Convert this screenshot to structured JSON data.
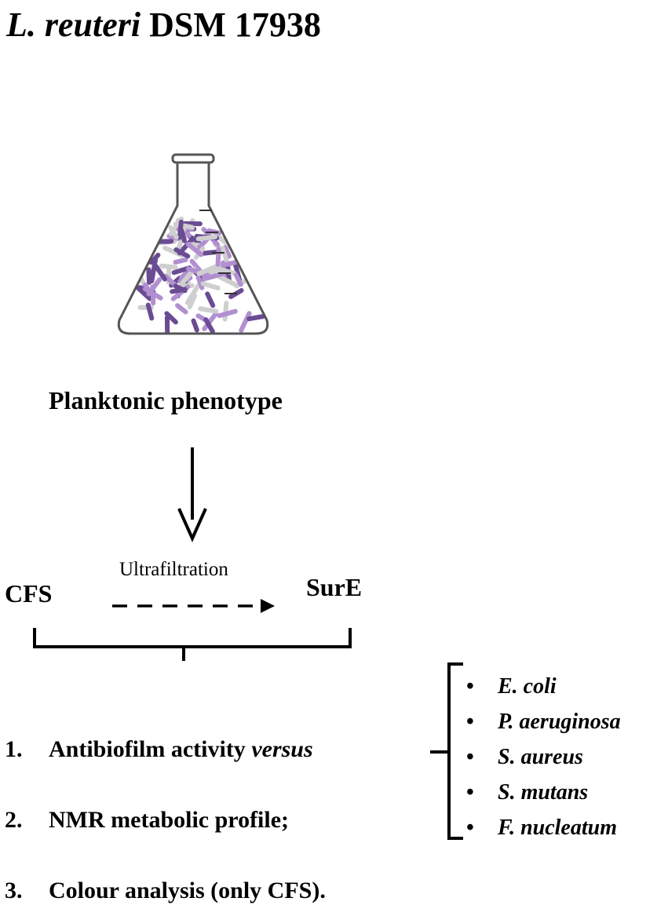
{
  "title": {
    "italic_part": "L. reuteri",
    "plain_part": "DSM 17938"
  },
  "flask_label": "Planktonic phenotype",
  "filtration": {
    "left": "CFS",
    "process": "Ultrafiltration",
    "right": "SurE"
  },
  "steps": [
    {
      "num": "1.",
      "text": "Antibiofilm activity ",
      "italic": "versus"
    },
    {
      "num": "2.",
      "text": "NMR metabolic profile;",
      "italic": ""
    },
    {
      "num": "3.",
      "text": "Colour analysis (only CFS).",
      "italic": ""
    }
  ],
  "organisms": [
    "E. coli",
    "P. aeruginosa",
    "S. aureus",
    "S. mutans",
    "F. nucleatum"
  ],
  "bullet_char": "•",
  "colors": {
    "dark_purple": "#6a4c93",
    "light_purple": "#b18fd0",
    "grey": "#cfcfcf",
    "flask_outline": "#555555"
  }
}
